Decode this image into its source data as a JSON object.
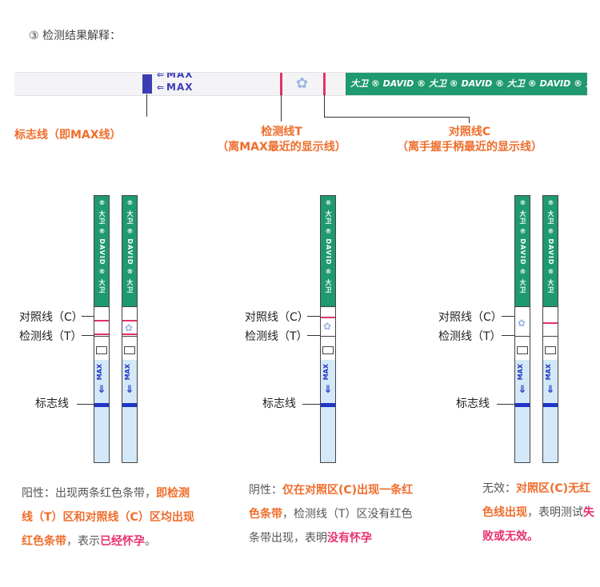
{
  "section_title": "③  检测结果解释：",
  "top_strip": {
    "max_text": [
      "MAX",
      "MAX"
    ],
    "brand_text": "大卫 ® DAVID ® 大卫 ® DAVID ® 大卫 ® DAVID ® 大卫"
  },
  "labels": {
    "marker": "标志线（即MAX线）",
    "test_line_title": "检测线T",
    "test_line_sub": "（离MAX最近的显示线）",
    "control_line_title": "对照线C",
    "control_line_sub": "（离手握手柄最近的显示线）"
  },
  "strip_brand": "® 大卫 ® DAVID ® 大卫",
  "strip_max": "MAX",
  "side_labels": {
    "control": "对照线（C）",
    "test": "检测线（T）",
    "marker": "标志线"
  },
  "results": {
    "positive": {
      "prefix": "阳性：出现两条红色条带，",
      "highlight1": "即检测线（T）区和对照线（C）区均出现红色条带",
      "mid": "，表示",
      "highlight2": "已经怀孕",
      "suffix": "。"
    },
    "negative": {
      "prefix": "阴性：",
      "highlight1": "仅在对照区(C)出现一条红色条带",
      "mid": "，检测线（T）区没有红色条带出现，表明",
      "highlight2": "没有怀孕"
    },
    "invalid": {
      "prefix": "无效：",
      "highlight1": "对照区(C)无红色线出现",
      "mid": "，表明测试",
      "highlight2": "失败或无效。"
    }
  },
  "colors": {
    "orange": "#ef6d2b",
    "pink": "#e8316d",
    "green": "#1f9a6e",
    "blue": "#1f37c6"
  }
}
